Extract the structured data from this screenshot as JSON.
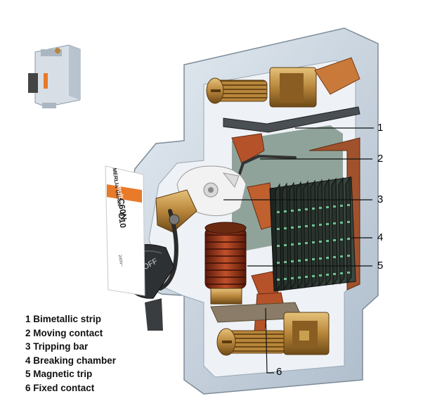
{
  "callouts": [
    "1",
    "2",
    "3",
    "4",
    "5",
    "6"
  ],
  "legend": [
    "1 Bimetallic strip",
    "2 Moving contact",
    "3 Tripping bar",
    "4 Breaking chamber",
    "5 Magnetic trip",
    "6 Fixed contact"
  ],
  "product_label": {
    "brand": "MERLIN GERIN",
    "series": "multi9",
    "model": "C60N",
    "rating": "C10",
    "voltage": "240V~",
    "switch_text": "0-OFF"
  },
  "colors": {
    "housing": "#c9d4df",
    "copper": "#a0522d",
    "brass": "#b8863b",
    "chamber": "#2f3a33",
    "dots": "#6fbf8f",
    "coil": "#8b2e16",
    "label_orange": "#e87a2a"
  }
}
